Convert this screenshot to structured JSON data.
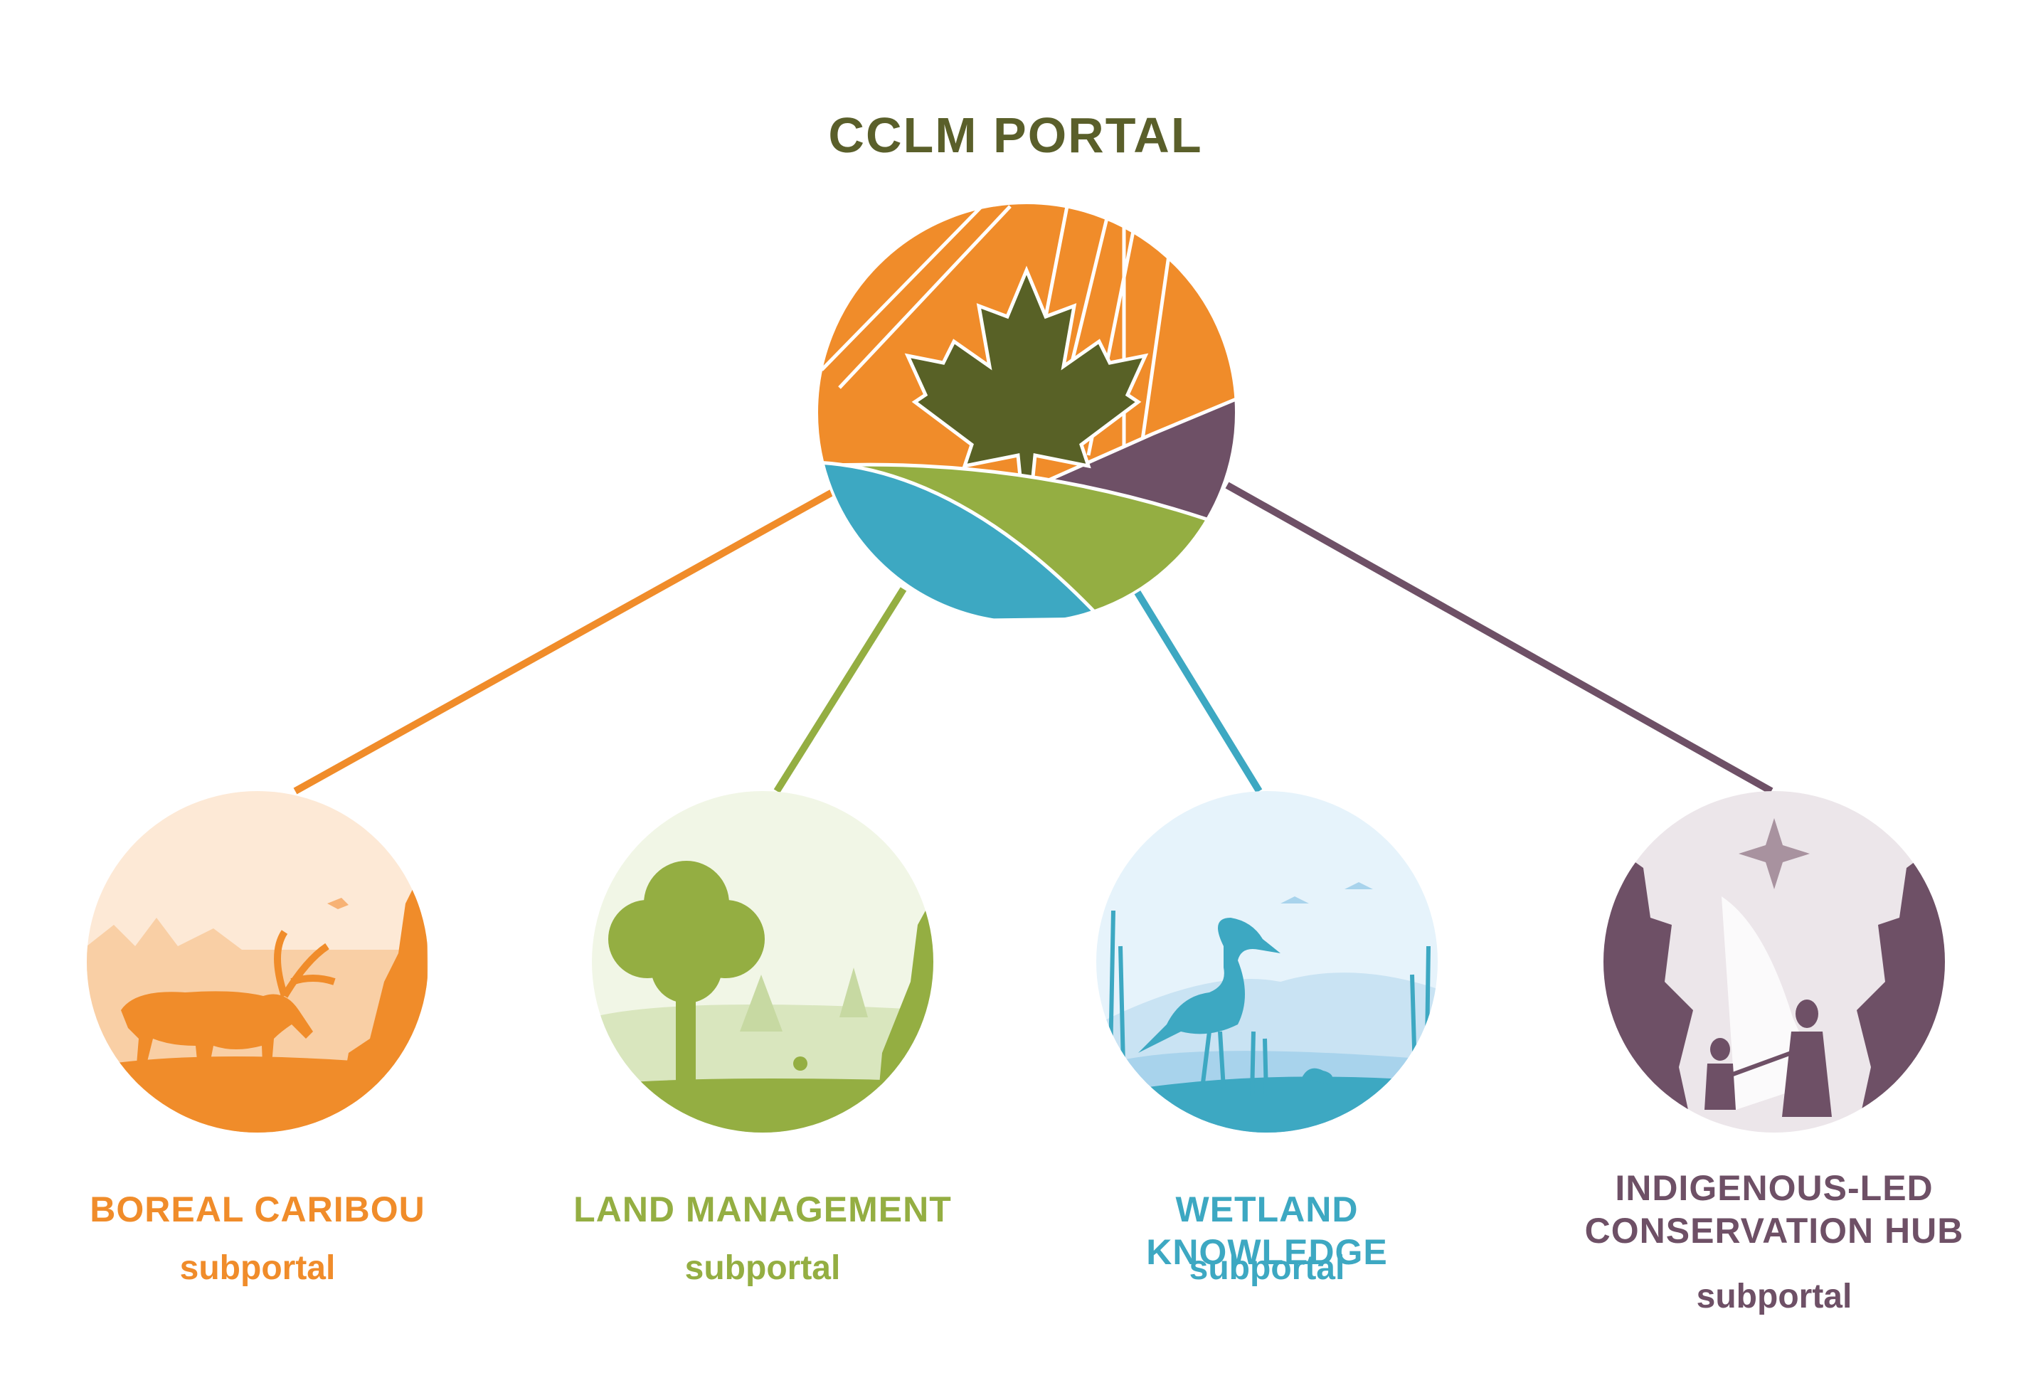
{
  "title": "CCLM PORTAL",
  "colors": {
    "title": "#5a5f2a",
    "orange": "#f08c2a",
    "green": "#94ae42",
    "blue": "#3da8c2",
    "purple": "#6e5066",
    "leaf": "#586126"
  },
  "hub": {
    "icon": "maple-leaf-landscape-icon"
  },
  "subportals": [
    {
      "title_lines": [
        "BOREAL CARIBOU"
      ],
      "sub": "subportal",
      "color": "#f08c2a",
      "icon": "caribou-forest-icon"
    },
    {
      "title_lines": [
        "LAND MANAGEMENT"
      ],
      "sub": "subportal",
      "color": "#94ae42",
      "icon": "tree-meadow-icon"
    },
    {
      "title_lines": [
        "WETLAND KNOWLEDGE"
      ],
      "sub": "subportal",
      "color": "#3da8c2",
      "icon": "heron-wetland-icon"
    },
    {
      "title_lines": [
        "INDIGENOUS-LED",
        "CONSERVATION HUB"
      ],
      "sub": "subportal",
      "color": "#6e5066",
      "icon": "indigenous-hands-star-icon"
    }
  ]
}
